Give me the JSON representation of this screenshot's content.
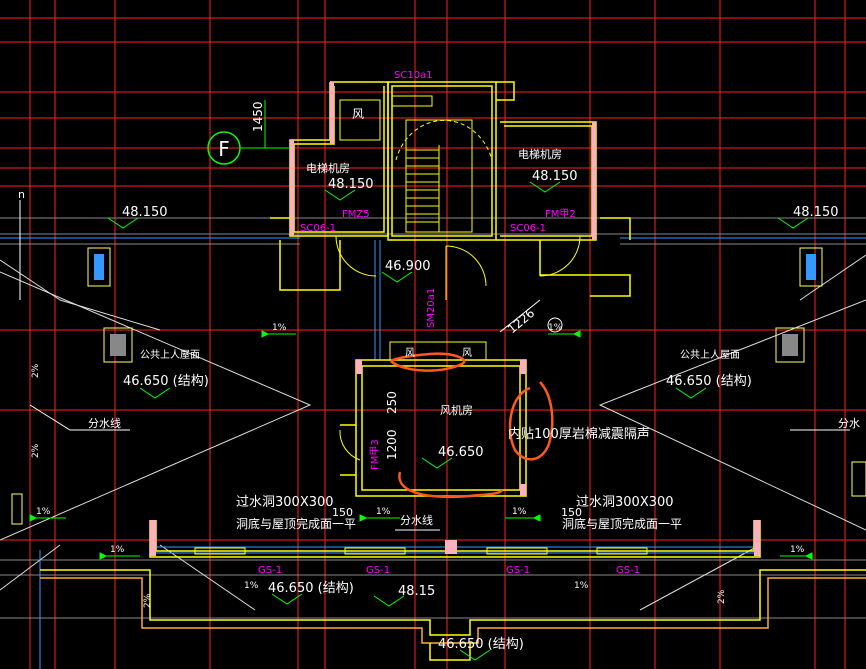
{
  "labels": {
    "sc10a1": "SC10a1",
    "fan_top": "风",
    "height_1450": "1450",
    "grid_f": "F",
    "elev_room_left": "电梯机房",
    "elev_room_right": "电梯机房",
    "lvl_48150_left": "48.150",
    "lvl_48150_right": "48.150",
    "lvl_48150_far_left": "48.150",
    "lvl_48150_far_right": "48.150",
    "fmz5": "FMZ5",
    "fm2": "FM甲2",
    "sc06_left": "SC06-1",
    "sc06_right": "SC06-1",
    "n_mark": "n",
    "lvl_46900": "46.900",
    "sm20a1": "SM20a1",
    "dim_1226": "1226",
    "slope_1pct_a": "1%",
    "slope_1pct_b": "1%",
    "slope_1pct_c": "1%",
    "slope_1pct_d": "1%",
    "slope_1pct_e": "1%",
    "slope_1pct_f": "1%",
    "slope_1pct_g": "1%",
    "slope_1pct_h": "1%",
    "slope_1pct_i": "1%",
    "slope_2pct_a": "2%",
    "slope_2pct_b": "2%",
    "slope_2pct_c": "2%",
    "slope_2pct_d": "2%",
    "public_roof_left": "公共上人屋面",
    "public_roof_right": "公共上人屋面",
    "lvl_46650_left": "46.650 (结构)",
    "lvl_46650_right": "46.650 (结构)",
    "fan_a": "风",
    "fan_b": "风",
    "dim_250": "250",
    "dim_1200": "1200",
    "fan_room": "风机房",
    "fm3": "FM甲3",
    "lvl_46650_fan": "46.650",
    "insulation_note": "内贴100厚岩棉减震隔声",
    "divide_left": "分水线",
    "divide_center": "分水线",
    "divide_right": "分水",
    "hole_left_1": "过水洞300X300",
    "hole_left_2": "洞底与屋顶完成面一平",
    "hole_right_1": "过水洞300X300",
    "hole_right_2": "洞底与屋顶完成面一平",
    "dim_150_left": "150",
    "dim_150_right": "150",
    "gs1_a": "GS-1",
    "gs1_b": "GS-1",
    "gs1_c": "GS-1",
    "gs1_d": "GS-1",
    "lvl_46650_bottom_left": "46.650 (结构)",
    "lvl_4815": "48.15",
    "lvl_46650_bottom": "46.650 (结构)"
  },
  "colors": {
    "background": "#000000",
    "grid": "#ff0000",
    "wall": "#ffff00",
    "text": "#ffffff",
    "magenta": "#ff00ff",
    "green": "#00ff00",
    "cyan": "#00ffff",
    "orange_markup": "#ff5a1e",
    "blue": "#3399ff"
  }
}
